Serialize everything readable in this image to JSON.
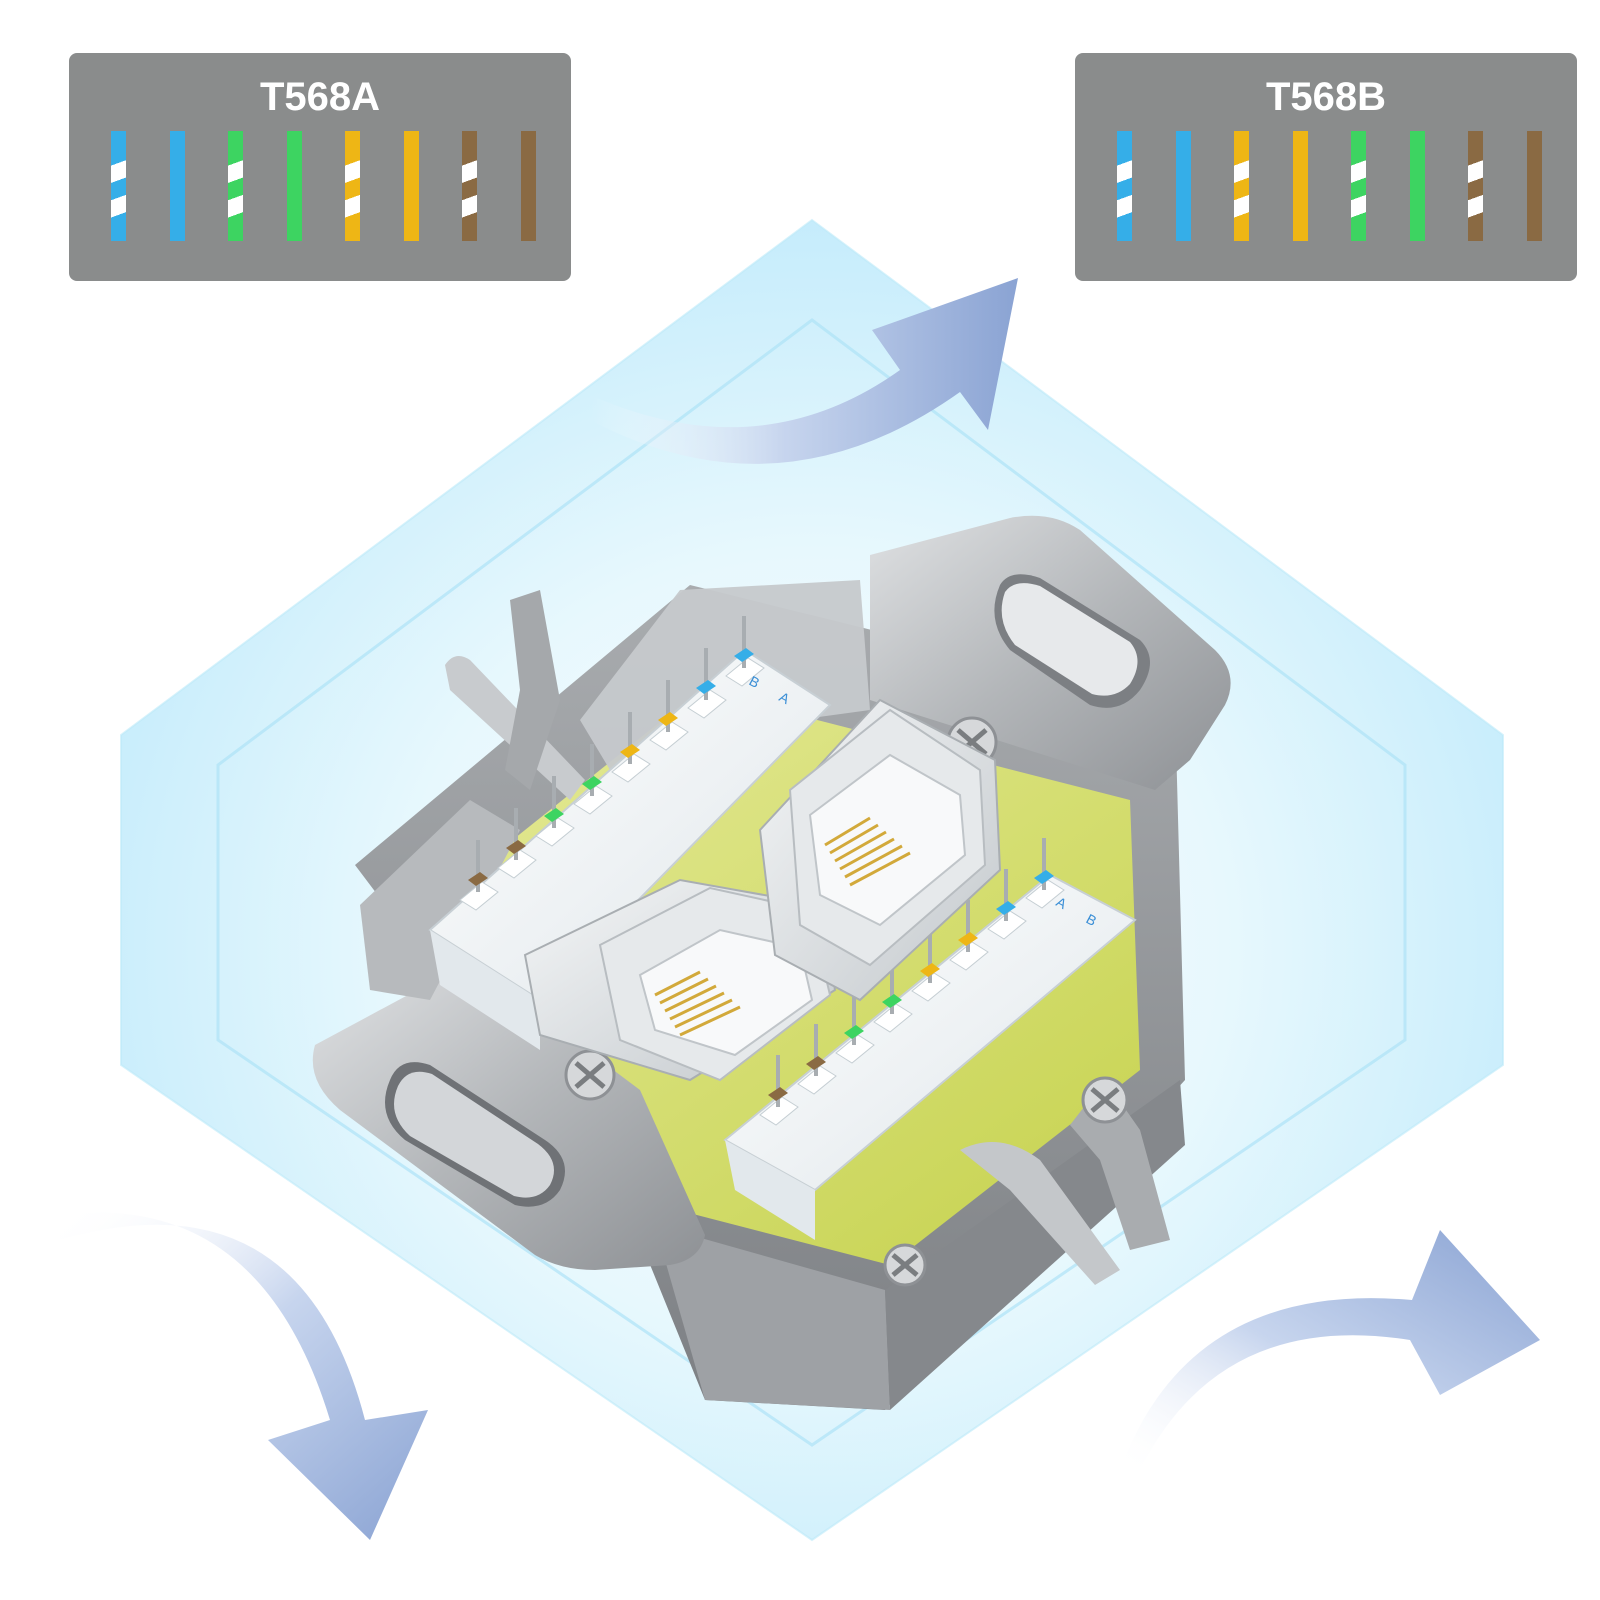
{
  "standards": [
    {
      "id": "a",
      "label": "T568A",
      "wires": [
        {
          "color": "#35aee8",
          "striped": true
        },
        {
          "color": "#35aee8",
          "striped": false
        },
        {
          "color": "#3dd461",
          "striped": true
        },
        {
          "color": "#3dd461",
          "striped": false
        },
        {
          "color": "#eeb615",
          "striped": true
        },
        {
          "color": "#eeb615",
          "striped": false
        },
        {
          "color": "#8a6a43",
          "striped": true
        },
        {
          "color": "#8a6a43",
          "striped": false
        }
      ]
    },
    {
      "id": "b",
      "label": "T568B",
      "wires": [
        {
          "color": "#35aee8",
          "striped": true
        },
        {
          "color": "#35aee8",
          "striped": false
        },
        {
          "color": "#eeb615",
          "striped": true
        },
        {
          "color": "#eeb615",
          "striped": false
        },
        {
          "color": "#3dd461",
          "striped": true
        },
        {
          "color": "#3dd461",
          "striped": false
        },
        {
          "color": "#8a6a43",
          "striped": true
        },
        {
          "color": "#8a6a43",
          "striped": false
        }
      ]
    }
  ],
  "device": {
    "terminal_letters": [
      "B",
      "A",
      "A",
      "B"
    ]
  },
  "colors": {
    "card_background": "#8a8c8c",
    "card_text": "#ffffff",
    "arrow": "#9bb2da",
    "hexagon_glow": "#c6eefc",
    "metal": "#b9bcbf",
    "terminal_block": "#f2f6f8",
    "letter_blue": "#3b8fd6"
  }
}
